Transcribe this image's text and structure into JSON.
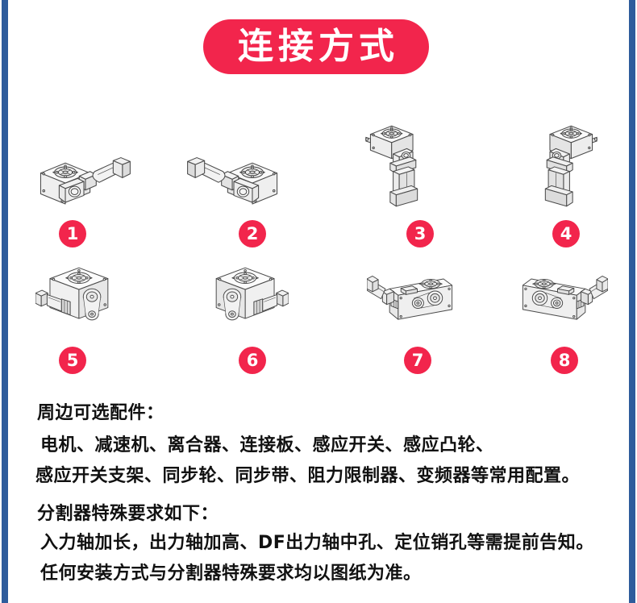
{
  "banner": {
    "title": "连接方式"
  },
  "connection_items": [
    {
      "number": "1"
    },
    {
      "number": "2"
    },
    {
      "number": "3"
    },
    {
      "number": "4"
    },
    {
      "number": "5"
    },
    {
      "number": "6"
    },
    {
      "number": "7"
    },
    {
      "number": "8"
    }
  ],
  "accessories": {
    "heading": "周边可选配件：",
    "lines": [
      "电机、减速机、离合器、连接板、感应开关、感应凸轮、",
      "感应开关支架、同步轮、同步带、阻力限制器、变频器等常用配置。"
    ]
  },
  "special_requirements": {
    "heading": "分割器特殊要求如下：",
    "lines": [
      "入力轴加长，出力轴加高、DF出力轴中孔、定位销孔等需提前告知。",
      "任何安装方式与分割器特殊要求均以图纸为准。"
    ]
  },
  "colors": {
    "accent_red": "#F2254C",
    "edge_blue": "#2E5C9C",
    "ink": "#111111",
    "background": "#FFFFFF"
  }
}
